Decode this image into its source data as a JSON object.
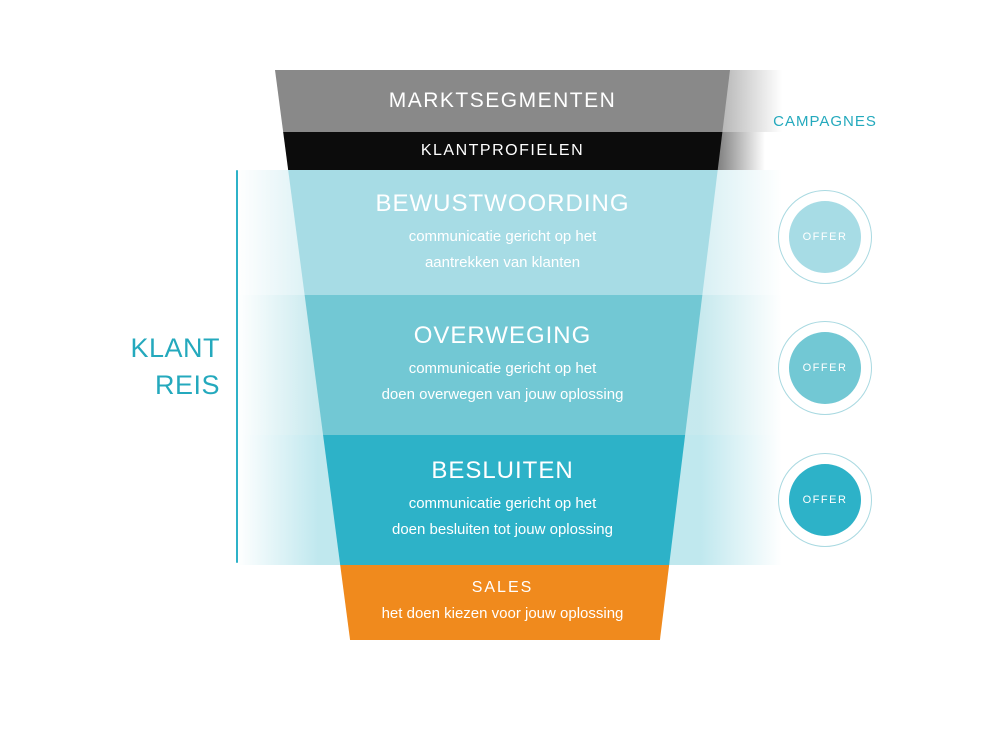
{
  "left_label": {
    "line1": "KLANT",
    "line2": "REIS"
  },
  "funnel": {
    "stages": [
      {
        "title": "MARKTSEGMENTEN",
        "color": "#898989"
      },
      {
        "title": "KLANTPROFIELEN",
        "color": "#0c0c0c"
      },
      {
        "title": "BEWUSTWOORDING",
        "sub1": "communicatie gericht op het",
        "sub2": "aantrekken van klanten",
        "color": "#a7dce5"
      },
      {
        "title": "OVERWEGING",
        "sub1": "communicatie gericht op het",
        "sub2": "doen overwegen van jouw oplossing",
        "color": "#72c8d4"
      },
      {
        "title": "BESLUITEN",
        "sub1": "communicatie gericht op het",
        "sub2": "doen besluiten tot jouw oplossing",
        "color": "#2db2c8"
      },
      {
        "title": "SALES",
        "sub1": "het doen kiezen voor jouw oplossing",
        "color": "#f08a1d"
      }
    ]
  },
  "right_column": {
    "header": "CAMPAGNES",
    "offers": [
      {
        "label": "OFFER",
        "color": "#a7dce5"
      },
      {
        "label": "OFFER",
        "color": "#72c8d4"
      },
      {
        "label": "OFFER",
        "color": "#2db2c8"
      }
    ]
  },
  "colors": {
    "accent_teal": "#24a9bd",
    "journey_line": "#2db2c8",
    "ring_border": "#a9d9e1",
    "orange": "#f08a1d"
  }
}
